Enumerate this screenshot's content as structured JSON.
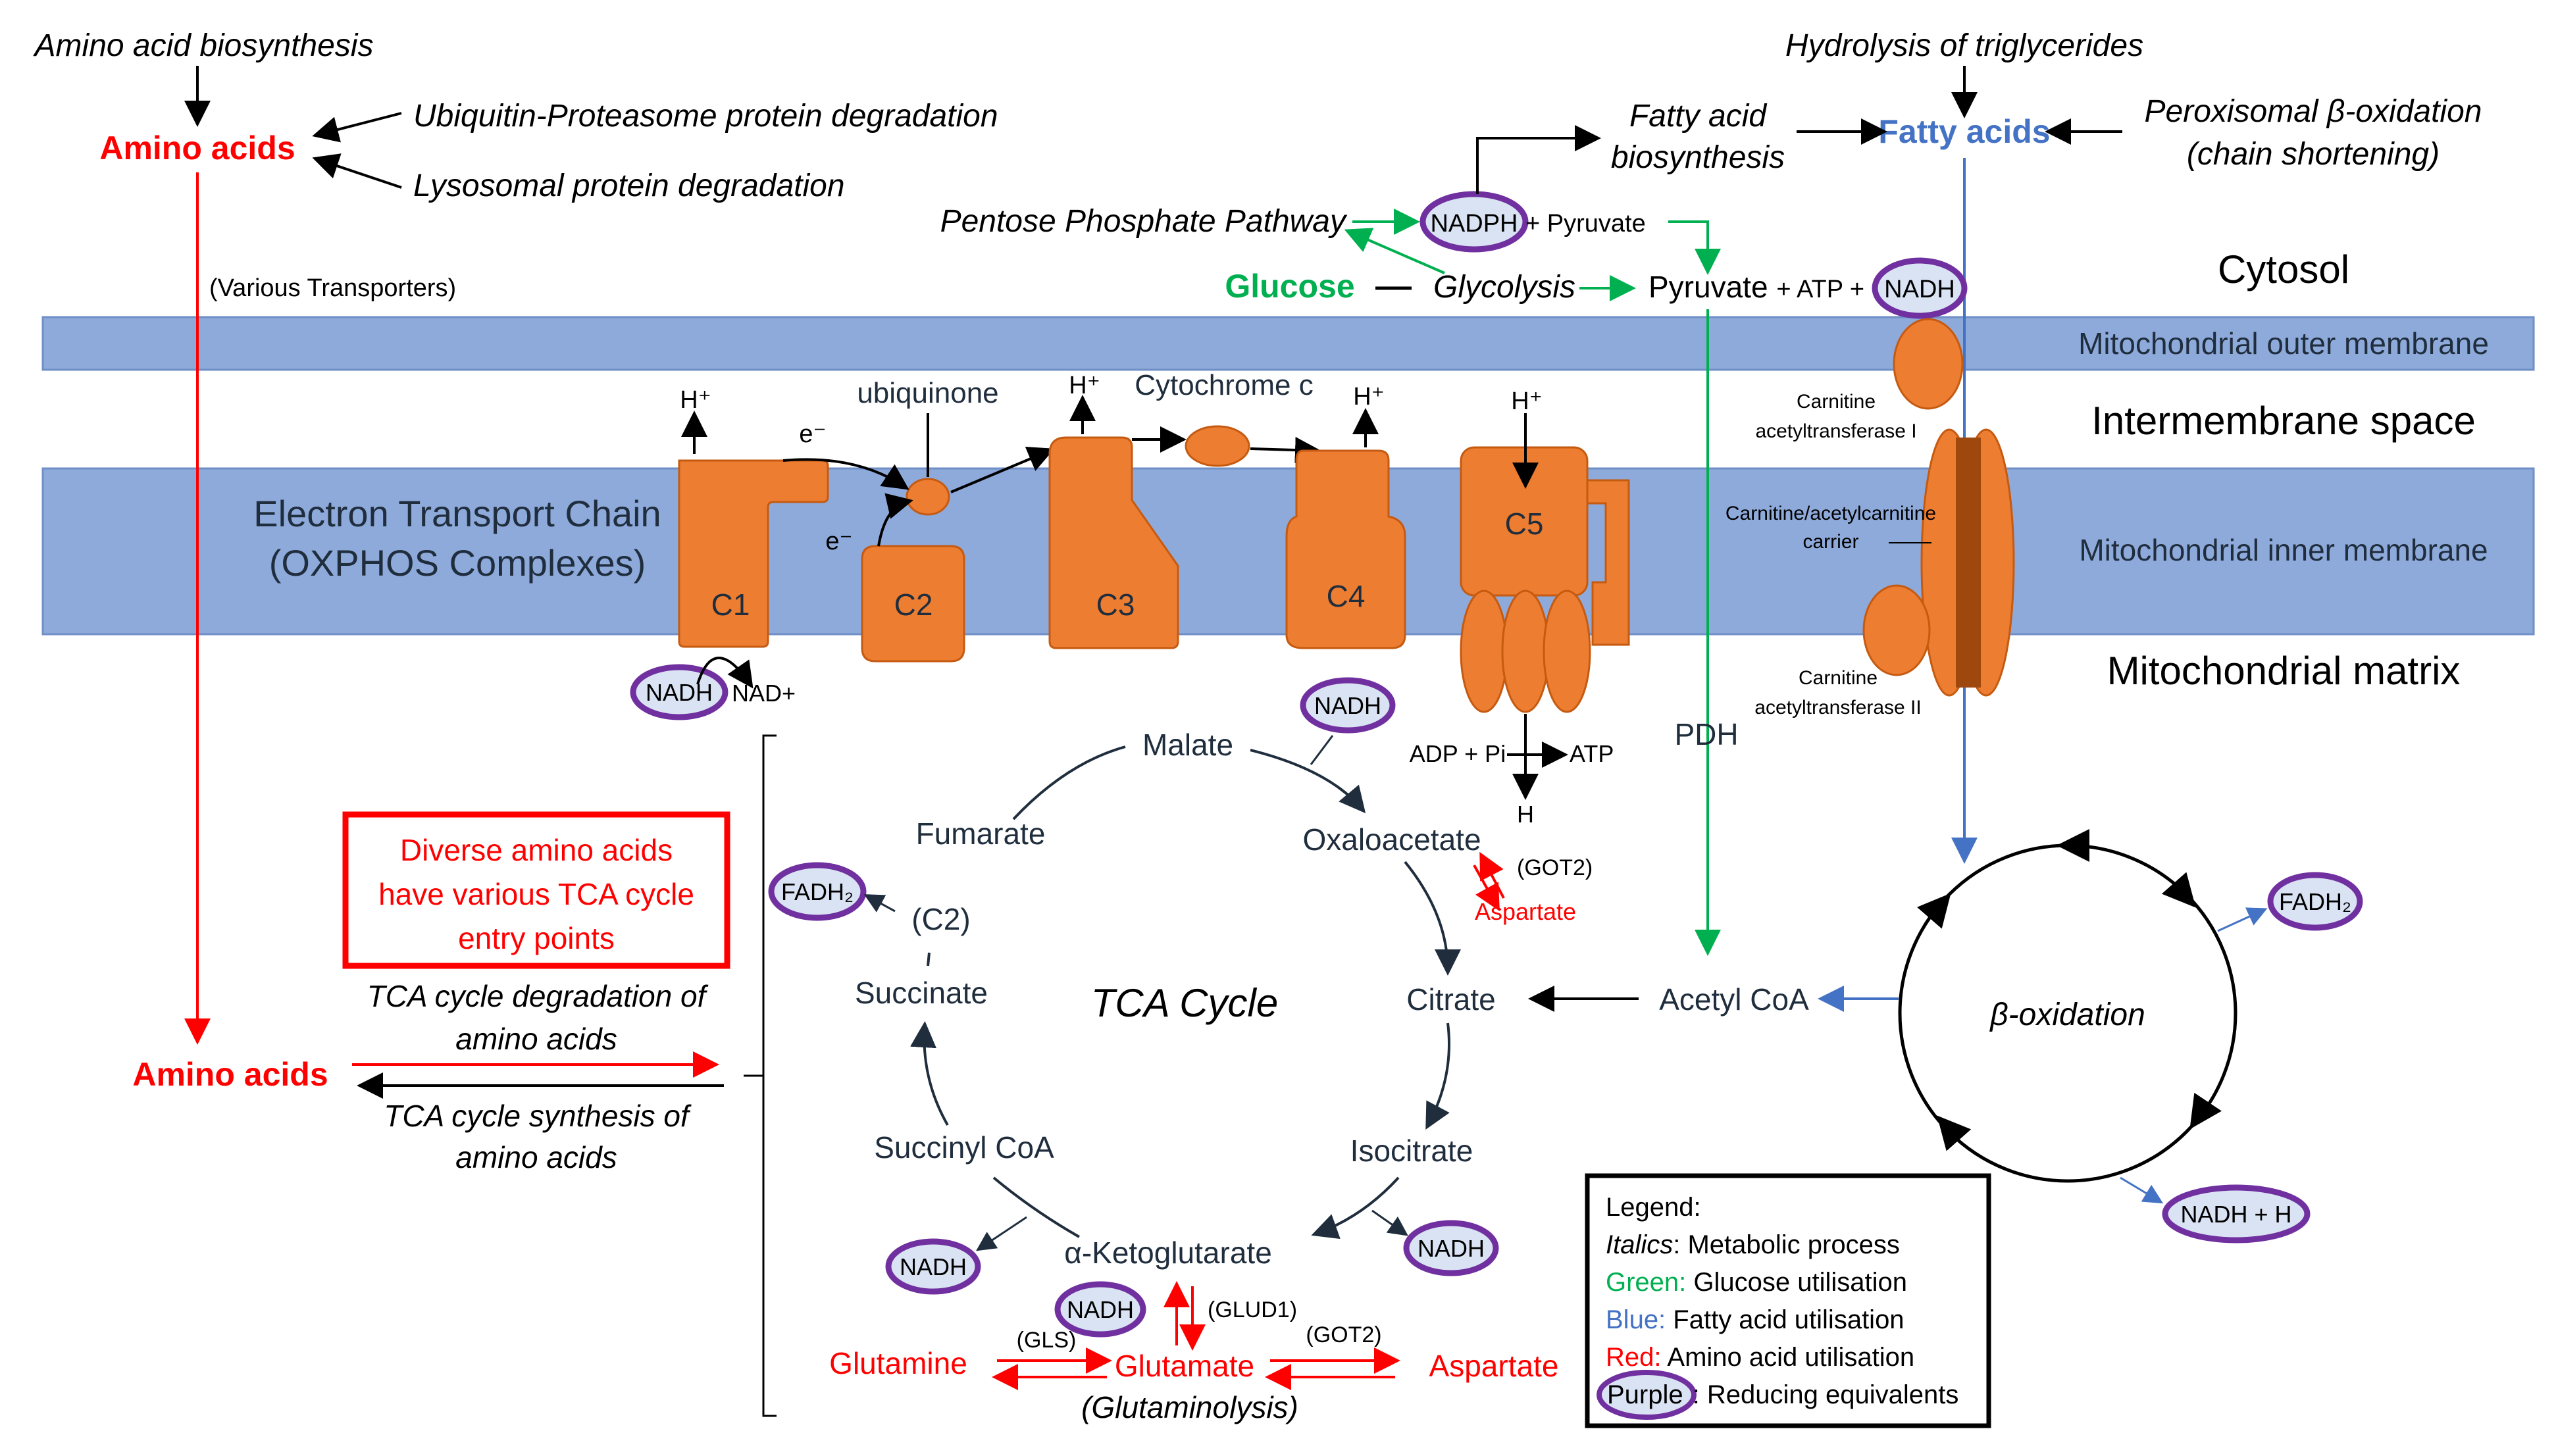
{
  "colors": {
    "membrane": "#8eaadb",
    "complex": "#ed7d31",
    "complex_stroke": "#c55a11",
    "dark_complex": "#9e480e",
    "green": "#00b050",
    "blue": "#4472c4",
    "red": "#ff0000",
    "purple": "#7030a0",
    "ellipse_fill": "#dae3f3"
  },
  "regions": {
    "cytosol": "Cytosol",
    "outer_membrane": "Mitochondrial outer membrane",
    "intermembrane": "Intermembrane space",
    "inner_membrane": "Mitochondrial inner membrane",
    "matrix": "Mitochondrial matrix"
  },
  "top": {
    "aa_biosynthesis": "Amino acid biosynthesis",
    "amino_acids": "Amino acids",
    "ubiquitin": "Ubiquitin-Proteasome protein degradation",
    "lysosomal": "Lysosomal protein degradation",
    "various_transporters": "(Various Transporters)",
    "hydrolysis": "Hydrolysis of triglycerides",
    "fa_biosynthesis_1": "Fatty acid",
    "fa_biosynthesis_2": "biosynthesis",
    "fatty_acids": "Fatty acids",
    "peroxisomal_1": "Peroxisomal β-oxidation",
    "peroxisomal_2": "(chain shortening)",
    "ppp": "Pentose Phosphate Pathway",
    "nadph": "NADPH",
    "plus_pyruvate": "+ Pyruvate",
    "glucose": "Glucose",
    "glycolysis": "Glycolysis",
    "pyruvate_line_a": "Pyruvate",
    "pyruvate_line_b": "+ ATP +",
    "nadh": "NADH"
  },
  "etc": {
    "title_1": "Electron Transport Chain",
    "title_2": "(OXPHOS Complexes)",
    "c1": "C1",
    "c2": "C2",
    "c3": "C3",
    "c4": "C4",
    "c5": "C5",
    "ubiquinone": "ubiquinone",
    "cytochrome_c": "Cytochrome c",
    "h_plus": "H⁺",
    "e_minus": "e⁻",
    "nadh": "NADH",
    "nad_plus": "NAD+",
    "adp_pi": "ADP + Pi",
    "atp": "ATP",
    "h": "H"
  },
  "carnitine": {
    "cat1_1": "Carnitine",
    "cat1_2": "acetyltransferase I",
    "carrier_1": "Carnitine/acetylcarnitine",
    "carrier_2": "carrier",
    "cat2_1": "Carnitine",
    "cat2_2": "acetyltransferase II"
  },
  "tca": {
    "title": "TCA Cycle",
    "malate": "Malate",
    "oxaloacetate": "Oxaloacetate",
    "citrate": "Citrate",
    "isocitrate": "Isocitrate",
    "akg": "α-Ketoglutarate",
    "succinyl_coa": "Succinyl CoA",
    "succinate": "Succinate",
    "c2": "(C2)",
    "fumarate": "Fumarate",
    "nadh": "NADH",
    "fadh2": "FADH₂",
    "got2": "(GOT2)",
    "aspartate": "Aspartate",
    "acetyl_coa": "Acetyl CoA",
    "pdh": "PDH",
    "glud1": "(GLUD1)",
    "gls": "(GLS)",
    "glutamine": "Glutamine",
    "glutamate": "Glutamate",
    "glutaminolysis": "(Glutaminolysis)"
  },
  "amino": {
    "box_1": "Diverse amino acids",
    "box_2": "have various TCA cycle",
    "box_3": "entry points",
    "deg_1": "TCA cycle degradation of",
    "deg_2": "amino acids",
    "amino_acids": "Amino acids",
    "syn_1": "TCA cycle synthesis of",
    "syn_2": "amino acids"
  },
  "beta": {
    "label": "β-oxidation",
    "fadh2": "FADH₂",
    "nadh_h": "NADH + H"
  },
  "legend": {
    "title": "Legend:",
    "italics_key": "Italics",
    "italics_val": ": Metabolic process",
    "green_key": "Green:",
    "green_val": " Glucose utilisation",
    "blue_key": "Blue:",
    "blue_val": " Fatty acid utilisation",
    "red_key": "Red:",
    "red_val": " Amino acid utilisation",
    "purple_key": "Purple",
    "purple_val": ": Reducing equivalents"
  }
}
